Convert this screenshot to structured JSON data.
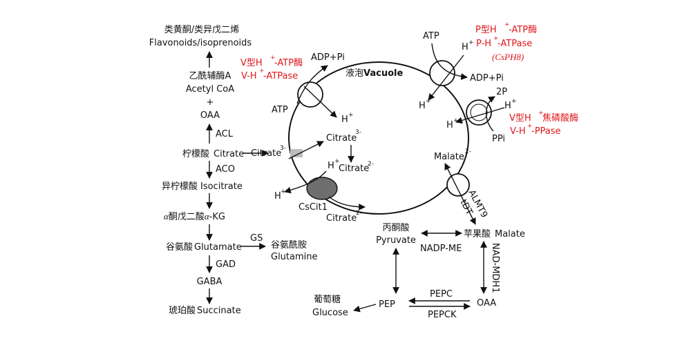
{
  "pathway": {
    "flavonoids_cn": "类黄酮/类异戊二烯",
    "flavonoids_en": "Flavonoids/isoprenoids",
    "acetylcoa_cn": "乙酰辅酶A",
    "acetylcoa_en": "Acetyl CoA",
    "plus": "+",
    "oaa": "OAA",
    "acl": "ACL",
    "citrate_cn": "柠檬酸",
    "citrate_en": "Citrate",
    "aco": "ACO",
    "isocitrate_cn": "异柠檬酸",
    "isocitrate_en": "Isocitrate",
    "akg_cn": "酮戊二酸",
    "akg_alpha": "α",
    "akg_en": "-KG",
    "glutamate_cn": "谷氨酸",
    "glutamate_en": "Glutamate",
    "gs": "GS",
    "glutamine_cn": "谷氨酰胺",
    "glutamine_en": "Glutamine",
    "gad": "GAD",
    "gaba": "GABA",
    "succinate_cn": "琥珀酸",
    "succinate_en": "Succinate"
  },
  "vacuole": {
    "title_cn": "液泡",
    "title_en": "Vacuole",
    "citrate": "Citrate",
    "charge3": "3-",
    "charge2": "2-",
    "hplus_h": "H",
    "hplus_sup": "+",
    "cscit1": "CsCit1",
    "malate": "Malate",
    "almt9": "ALMT9",
    "idt": "tDT"
  },
  "v_atpase": {
    "cn": "V型H",
    "cn_sup": "+",
    "cn_end": "-ATP酶",
    "en_a": "V-H",
    "en_sup": "+",
    "en_end": "-ATPase",
    "atp": "ATP",
    "adp": "ADP+Pi"
  },
  "p_atpase": {
    "cn": "P型H",
    "cn_sup": "+",
    "cn_end": "-ATP酶",
    "en_a": "P-H",
    "en_sup": "+",
    "en_end": "-ATPase",
    "gene": "(CsPH8)",
    "atp": "ATP",
    "adp": "ADP+Pi"
  },
  "v_ppase": {
    "cn": "V型H",
    "cn_sup": "+",
    "cn_end": "焦磷酸酶",
    "en_a": "V-H",
    "en_sup": "+",
    "en_end": "-PPase",
    "twop": "2P",
    "ppi": "PPi"
  },
  "malate_cycle": {
    "pyruvate_cn": "丙酮酸",
    "pyruvate_en": "Pyruvate",
    "malate_cn": "苹果酸",
    "malate_en": "Malate",
    "nadp_me": "NADP-ME",
    "nad_mdh1": "NAD-MDH1",
    "glucose_cn": "葡萄糖",
    "glucose_en": "Glucose",
    "pep": "PEP",
    "oaa": "OAA",
    "pepc": "PEPC",
    "pepck": "PEPCK"
  },
  "colors": {
    "ink": "#111111",
    "enzyme_red": "#e0161a",
    "cscit1_fill": "#6e6e6e",
    "transporter_fill": "#bdbdbd"
  }
}
